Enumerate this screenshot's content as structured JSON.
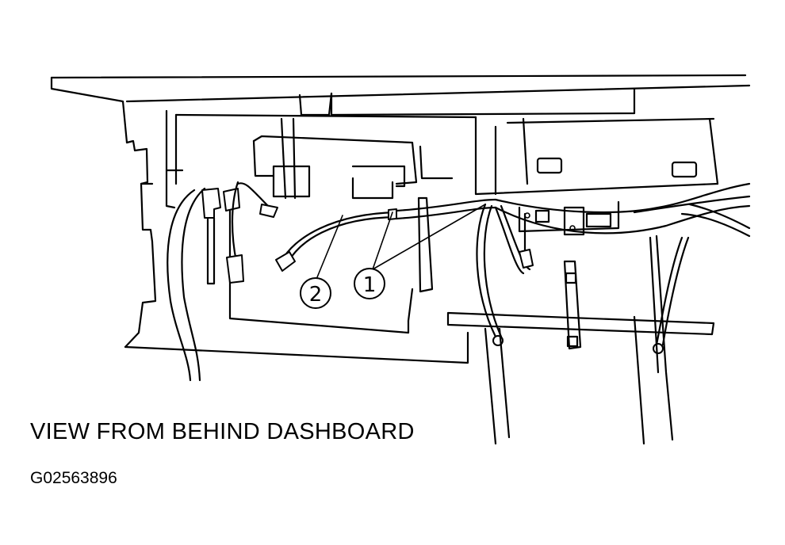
{
  "diagram": {
    "callouts": [
      {
        "label": "1"
      },
      {
        "label": "2"
      }
    ],
    "caption": "VIEW FROM BEHIND DASHBOARD",
    "figure_id": "G02563896"
  }
}
